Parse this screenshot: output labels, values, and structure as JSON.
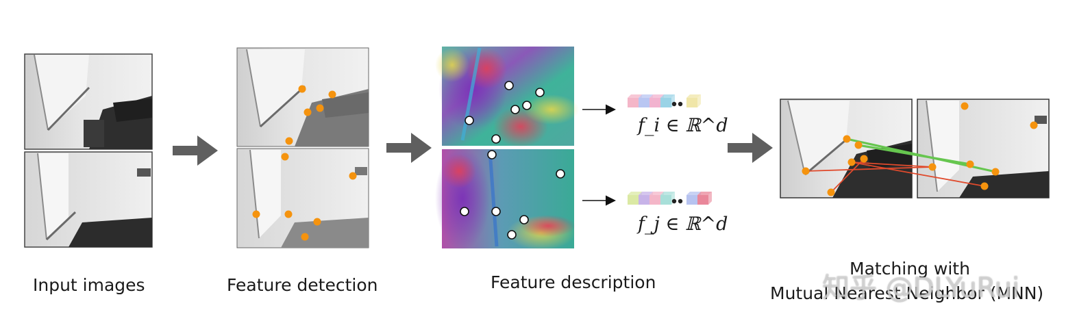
{
  "stages": {
    "input_label": "Input images",
    "detection_label": "Feature detection",
    "description_label": "Feature description",
    "matching_label_line1": "Matching with",
    "matching_label_line2": "Mutual Nearest Neighbor (MNN)"
  },
  "descriptors": {
    "fi_label": "f_i ∈ ℝ^d",
    "fj_label": "f_j ∈ ℝ^d",
    "fi_colors": [
      "#f4b6c8",
      "#b9c6f2",
      "#f2b3cf",
      "#9ad3e6",
      "#f0e6a8"
    ],
    "fj_colors": [
      "#dbe9a4",
      "#c7b3e8",
      "#f4b6c8",
      "#a8dfd9",
      "#b7c3f0",
      "#e9879a"
    ]
  },
  "colors": {
    "keypoint": "#f5930e",
    "arrow": "#5f5f5f",
    "match_correct": "#66c64f",
    "match_wrong": "#e04a2c"
  },
  "watermark": "知乎 @DLYuRui"
}
